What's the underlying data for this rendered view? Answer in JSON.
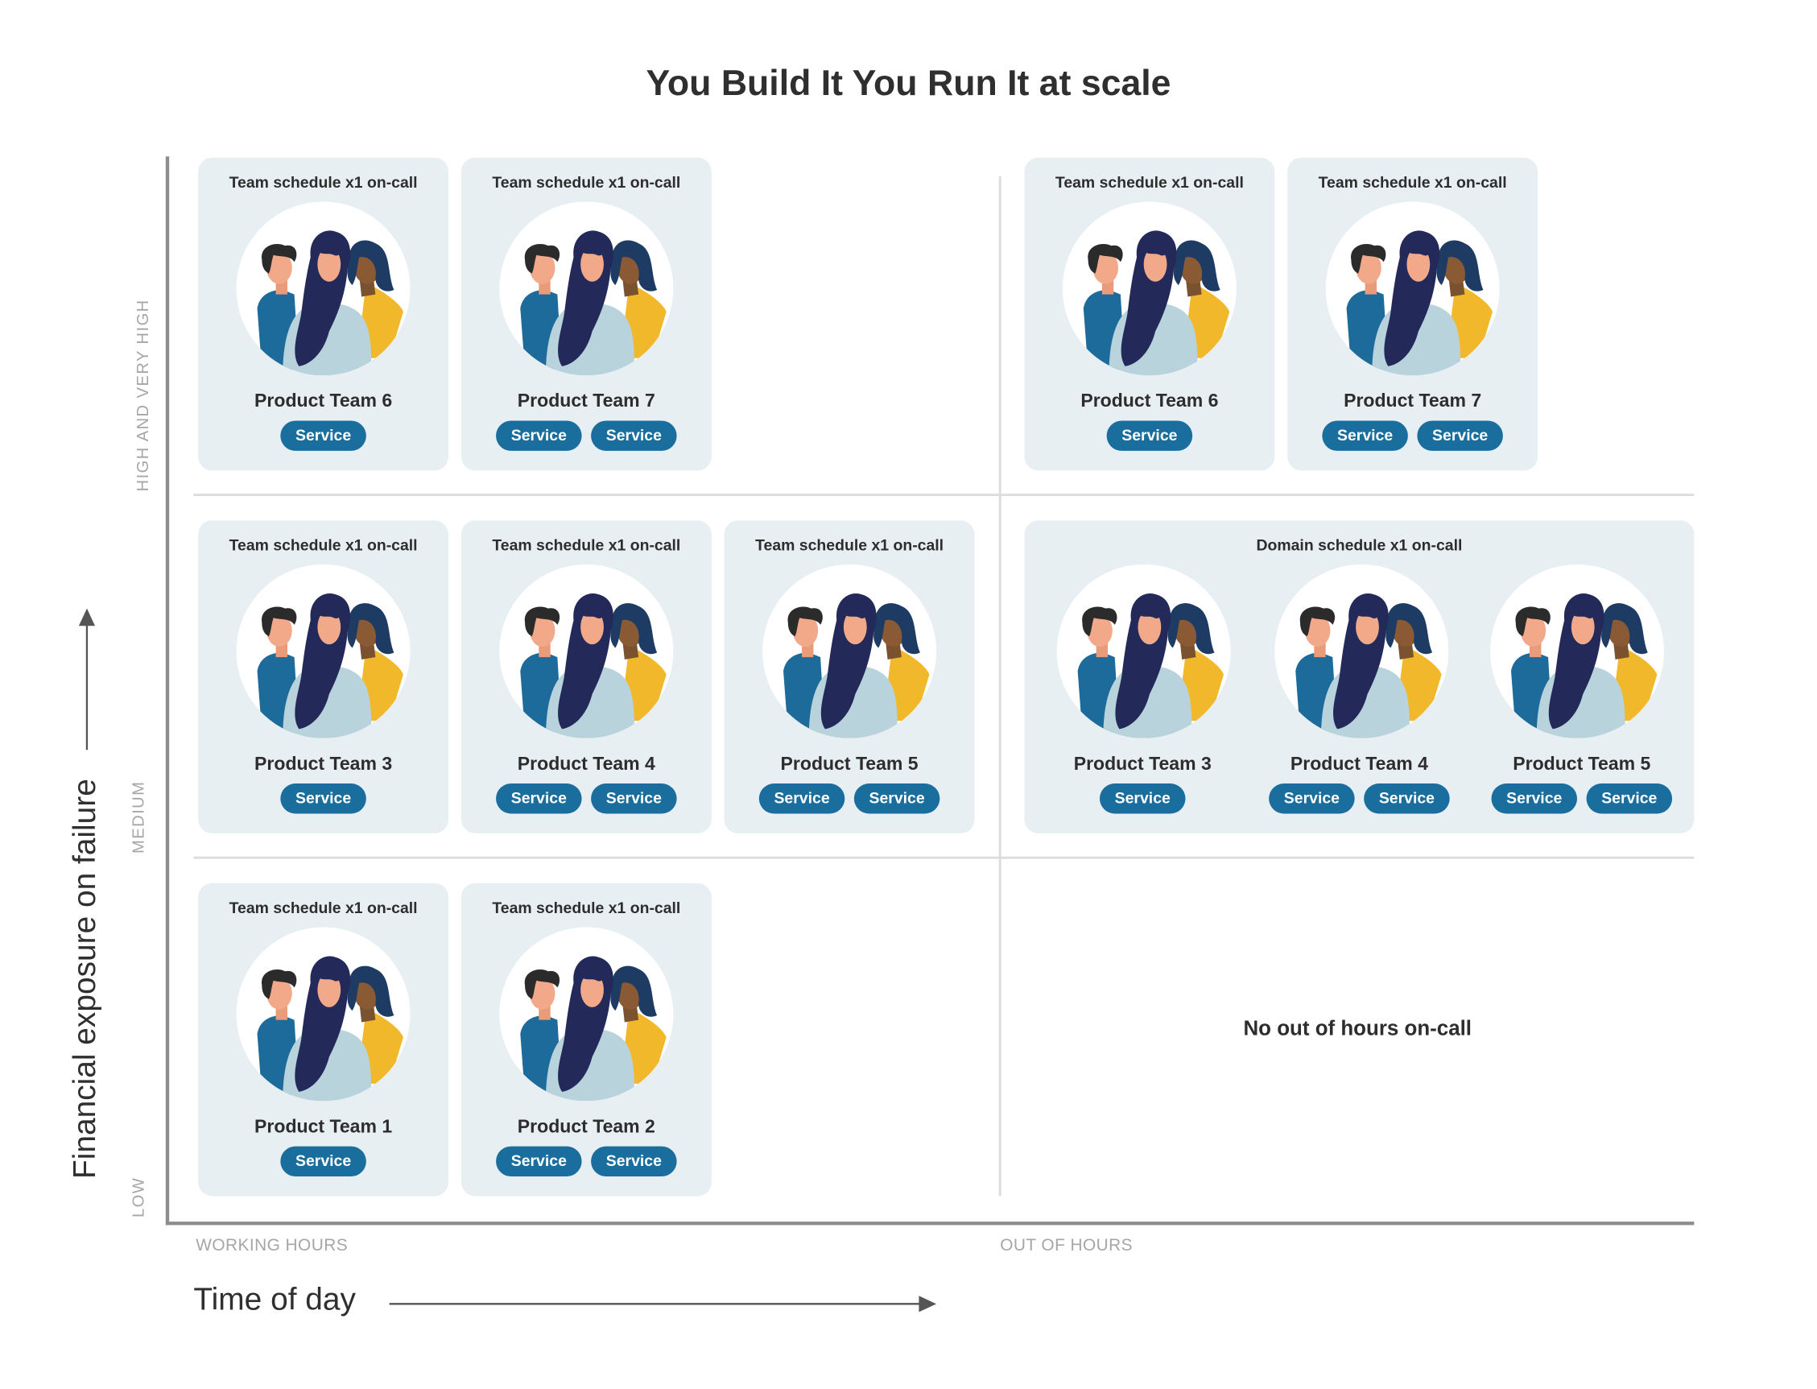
{
  "title": "You Build It You Run It at scale",
  "axes": {
    "y_title": "Financial exposure on failure",
    "x_title": "Time of day",
    "rows": [
      "HIGH AND VERY HIGH",
      "MEDIUM",
      "LOW"
    ],
    "columns": [
      "WORKING HOURS",
      "OUT OF HOURS"
    ]
  },
  "working_hours": {
    "high": [
      {
        "schedule": "Team schedule x1 on-call",
        "team": "Product Team 6",
        "services": [
          "Service"
        ]
      },
      {
        "schedule": "Team schedule x1 on-call",
        "team": "Product Team 7",
        "services": [
          "Service",
          "Service"
        ]
      }
    ],
    "medium": [
      {
        "schedule": "Team schedule x1 on-call",
        "team": "Product Team 3",
        "services": [
          "Service"
        ]
      },
      {
        "schedule": "Team schedule x1 on-call",
        "team": "Product Team 4",
        "services": [
          "Service",
          "Service"
        ]
      },
      {
        "schedule": "Team schedule x1 on-call",
        "team": "Product Team 5",
        "services": [
          "Service",
          "Service"
        ]
      }
    ],
    "low": [
      {
        "schedule": "Team schedule x1 on-call",
        "team": "Product Team 1",
        "services": [
          "Service"
        ]
      },
      {
        "schedule": "Team schedule x1 on-call",
        "team": "Product Team 2",
        "services": [
          "Service",
          "Service"
        ]
      }
    ]
  },
  "out_of_hours": {
    "high": [
      {
        "schedule": "Team schedule x1 on-call",
        "team": "Product Team 6",
        "services": [
          "Service"
        ]
      },
      {
        "schedule": "Team schedule x1 on-call",
        "team": "Product Team 7",
        "services": [
          "Service",
          "Service"
        ]
      }
    ],
    "medium": {
      "schedule": "Domain schedule x1 on-call",
      "teams": [
        {
          "team": "Product Team 3",
          "services": [
            "Service"
          ]
        },
        {
          "team": "Product Team 4",
          "services": [
            "Service",
            "Service"
          ]
        },
        {
          "team": "Product Team 5",
          "services": [
            "Service",
            "Service"
          ]
        }
      ]
    },
    "low_text": "No out of hours on-call"
  },
  "colors": {
    "card_bg": "#e8eff3",
    "pill_bg": "#1a6e9e",
    "axis": "#8d8d8d",
    "grid": "#dcdcdc"
  },
  "icon": "team-people-illustration"
}
